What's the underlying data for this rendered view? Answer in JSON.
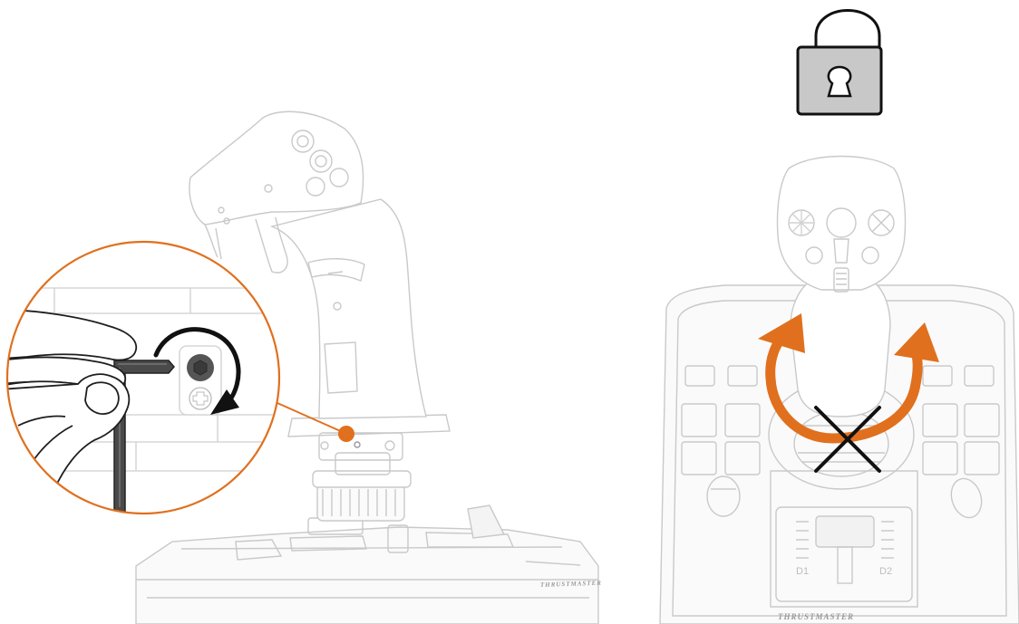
{
  "illustration": {
    "left_panel": {
      "brand_text": "THRUSTMASTER",
      "callout_color": "#e0701e",
      "tool": "hex-key",
      "rotation": "clockwise"
    },
    "right_panel": {
      "brand_text": "THRUSTMASTER",
      "status_icon": "padlock-icon",
      "arrow_color": "#e0701e",
      "forbidden_mark": "x-mark-icon",
      "base_labels": [
        "D1",
        "D2"
      ]
    }
  }
}
